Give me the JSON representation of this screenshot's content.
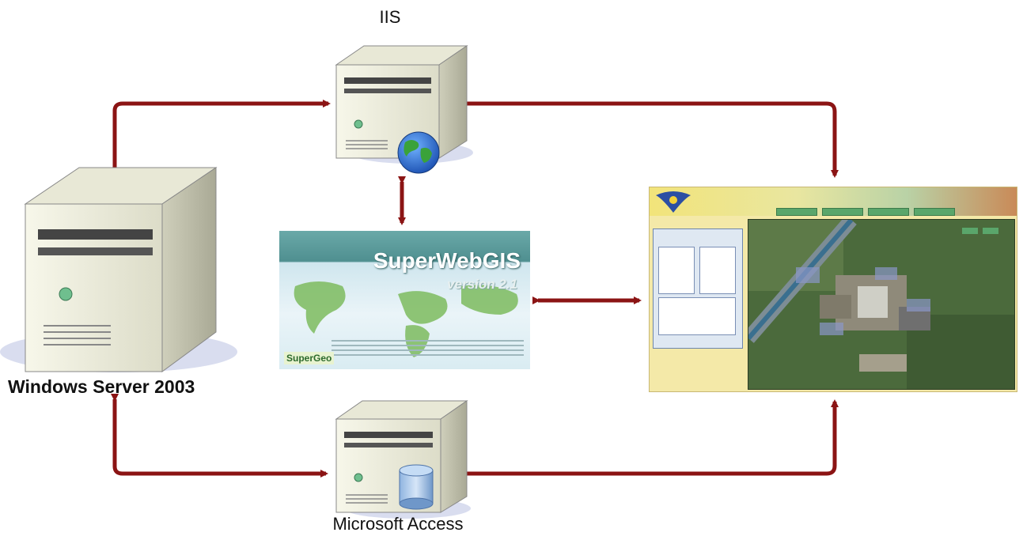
{
  "labels": {
    "iis": "IIS",
    "windows_server": "Windows Server 2003",
    "microsoft_access": "Microsoft Access"
  },
  "splash": {
    "title": "SuperWebGIS",
    "version": "version 2.1",
    "logo": "SuperGeo"
  },
  "colors": {
    "arrow": "#8b1414",
    "server_body": "#eeeedd",
    "splash_header": "#4f8f90"
  },
  "icons": [
    "server-icon",
    "globe-icon",
    "database-icon",
    "arrow-icon"
  ]
}
